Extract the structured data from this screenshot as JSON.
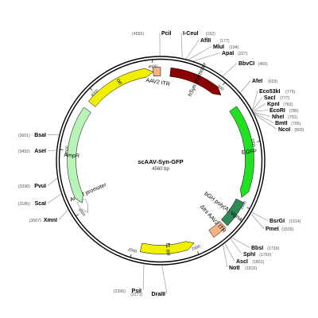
{
  "map": {
    "title": "scAAV-Syn-GFP",
    "size": "4560 bp",
    "total_bp": 4560
  },
  "ticks": [
    {
      "bp": 500,
      "label": "500"
    },
    {
      "bp": 1000,
      "label": "1000"
    },
    {
      "bp": 1500,
      "label": "1500"
    },
    {
      "bp": 2000,
      "label": "2000"
    },
    {
      "bp": 2500,
      "label": "2500"
    },
    {
      "bp": 3000,
      "label": "3000"
    },
    {
      "bp": 3500,
      "label": "3500"
    },
    {
      "bp": 4000,
      "label": "4000"
    },
    {
      "bp": 4500,
      "label": "4500"
    }
  ],
  "features": [
    {
      "name": "hSyn promoter",
      "start": 80,
      "end": 540,
      "color": "#8b0000",
      "dir": 1,
      "text_color": "#ffffff",
      "key": "hsyn-promoter"
    },
    {
      "name": "EGFP",
      "start": 690,
      "end": 1450,
      "color": "#22e022",
      "dir": 1,
      "text_color": "#000000",
      "key": "egfp"
    },
    {
      "name": "bGH poly(A) signal",
      "start": 1480,
      "end": 1700,
      "color": "#2e8b57",
      "dir": 0,
      "text_color": "#000000",
      "key": "bgh-polya"
    },
    {
      "name": "Δtrs AAV2 ITR",
      "start": 1720,
      "end": 1840,
      "color": "#f4b183",
      "dir": 0,
      "text_color": "#000000",
      "key": "dtrs-aav2-itr"
    },
    {
      "name": "f1 ori",
      "start": 2000,
      "end": 2440,
      "color": "#f0f000",
      "dir": -1,
      "text_color": "#000000",
      "key": "f1-ori"
    },
    {
      "name": "AmpR promoter",
      "start": 2970,
      "end": 3080,
      "color": "#ffffff",
      "dir": -1,
      "text_color": "#000000",
      "key": "ampr-promoter"
    },
    {
      "name": "AmpR",
      "start": 3060,
      "end": 3860,
      "color": "#b8f4b8",
      "dir": -1,
      "text_color": "#000000",
      "key": "ampr"
    },
    {
      "name": "ori",
      "start": 3920,
      "end": 4500,
      "color": "#f0f000",
      "dir": 1,
      "text_color": "#000000",
      "key": "ori"
    },
    {
      "name": "AAV2 ITR",
      "start": 4500,
      "end": 4560,
      "color": "#f4b183",
      "dir": 0,
      "text_color": "#000000",
      "key": "aav2-itr"
    }
  ],
  "sites": [
    {
      "name": "PciI",
      "pos": "(4555)",
      "bp": 4555
    },
    {
      "name": "I-CeuI",
      "pos": "(152)",
      "bp": 152
    },
    {
      "name": "AflII",
      "pos": "(177)",
      "bp": 177
    },
    {
      "name": "MluI",
      "pos": "(194)",
      "bp": 194
    },
    {
      "name": "ApaI",
      "pos": "(227)",
      "bp": 227
    },
    {
      "name": "BbvCI",
      "pos": "(460)",
      "bp": 460
    },
    {
      "name": "AfeI",
      "pos": "(629)",
      "bp": 629
    },
    {
      "name": "Eco53kI",
      "pos": "(775)",
      "bp": 775
    },
    {
      "name": "SacI",
      "pos": "(777)",
      "bp": 777
    },
    {
      "name": "KpnI",
      "pos": "(783)",
      "bp": 783
    },
    {
      "name": "EcoRI",
      "pos": "(785)",
      "bp": 785
    },
    {
      "name": "NheI",
      "pos": "(791)",
      "bp": 791
    },
    {
      "name": "BmtI",
      "pos": "(795)",
      "bp": 795
    },
    {
      "name": "NcoI",
      "pos": "(803)",
      "bp": 803
    },
    {
      "name": "BsrGI",
      "pos": "(1514)",
      "bp": 1514
    },
    {
      "name": "PmeI",
      "pos": "(1526)",
      "bp": 1526
    },
    {
      "name": "BbsI",
      "pos": "(1739)",
      "bp": 1739
    },
    {
      "name": "SphI",
      "pos": "(1750)",
      "bp": 1750
    },
    {
      "name": "AscI",
      "pos": "(1801)",
      "bp": 1801
    },
    {
      "name": "NotI",
      "pos": "(1816)",
      "bp": 1816
    },
    {
      "name": "DraIII",
      "pos": "(2271)",
      "bp": 2271
    },
    {
      "name": "PsiI",
      "pos": "(2396)",
      "bp": 2396
    },
    {
      "name": "XmnI",
      "pos": "(3067)",
      "bp": 3067
    },
    {
      "name": "ScaI",
      "pos": "(3186)",
      "bp": 3186
    },
    {
      "name": "PvuI",
      "pos": "(3298)",
      "bp": 3298
    },
    {
      "name": "AseI",
      "pos": "(3492)",
      "bp": 3492
    },
    {
      "name": "BsaI",
      "pos": "(3601)",
      "bp": 3601
    }
  ]
}
